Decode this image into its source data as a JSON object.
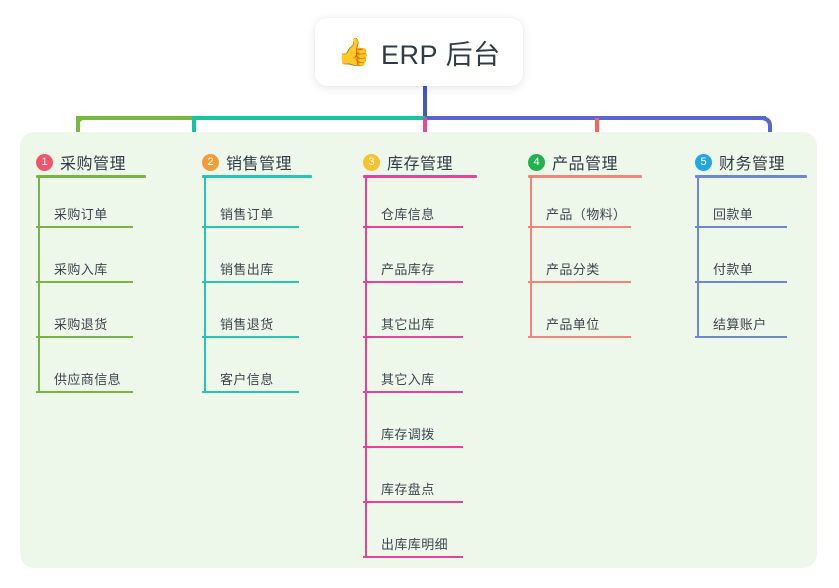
{
  "root": {
    "icon": "thumbs-up-icon",
    "emoji": "👍",
    "title": "ERP 后台"
  },
  "palette": {
    "panel_bg": "#eef8ea",
    "page_bg": "#ffffff",
    "root_stem": "#4a56c0",
    "bus_green": "#76b947",
    "bus_teal": "#18c3a3",
    "bus_blue": "#5767cf",
    "drop_green": "#76b947",
    "drop_teal": "#18c3a3",
    "drop_pink": "#ec4899",
    "drop_red": "#f2665e",
    "drop_blue": "#5767cf"
  },
  "columns": [
    {
      "index": "1",
      "title": "采购管理",
      "badge_color": "#f2556b",
      "line_color": "#7cb342",
      "items": [
        "采购订单",
        "采购入库",
        "采购退货",
        "供应商信息"
      ]
    },
    {
      "index": "2",
      "title": "销售管理",
      "badge_color": "#f79a3c",
      "line_color": "#26c6b0",
      "items": [
        "销售订单",
        "销售出库",
        "销售退货",
        "客户信息"
      ]
    },
    {
      "index": "3",
      "title": "库存管理",
      "badge_color": "#f8c22e",
      "line_color": "#e8439a",
      "items": [
        "仓库信息",
        "产品库存",
        "其它出库",
        "其它入库",
        "库存调拨",
        "库存盘点",
        "出库库明细"
      ]
    },
    {
      "index": "4",
      "title": "产品管理",
      "badge_color": "#22b14c",
      "line_color": "#f4837c",
      "items": [
        "产品（物料）",
        "产品分类",
        "产品单位"
      ]
    },
    {
      "index": "5",
      "title": "财务管理",
      "badge_color": "#1fa7e8",
      "line_color": "#6f86d6",
      "items": [
        "回款单",
        "付款单",
        "结算账户"
      ]
    }
  ]
}
